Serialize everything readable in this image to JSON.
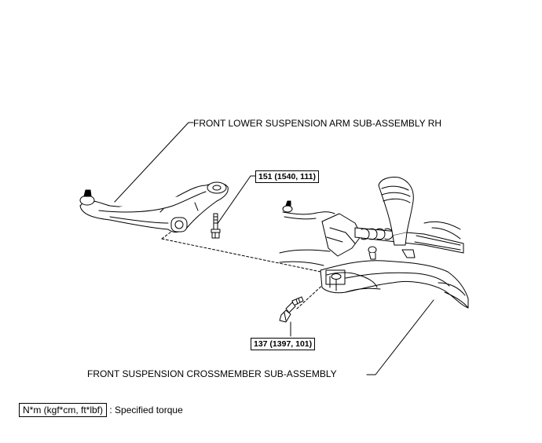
{
  "labels": {
    "arm": "FRONT LOWER SUSPENSION ARM SUB-ASSEMBLY RH",
    "crossmember": "FRONT SUSPENSION CROSSMEMBER SUB-ASSEMBLY"
  },
  "torques": {
    "upper": "151 (1540, 111)",
    "lower": "137 (1397, 101)"
  },
  "legend": {
    "units": "N*m (kgf*cm, ft*lbf)",
    "description": ": Specified torque"
  }
}
